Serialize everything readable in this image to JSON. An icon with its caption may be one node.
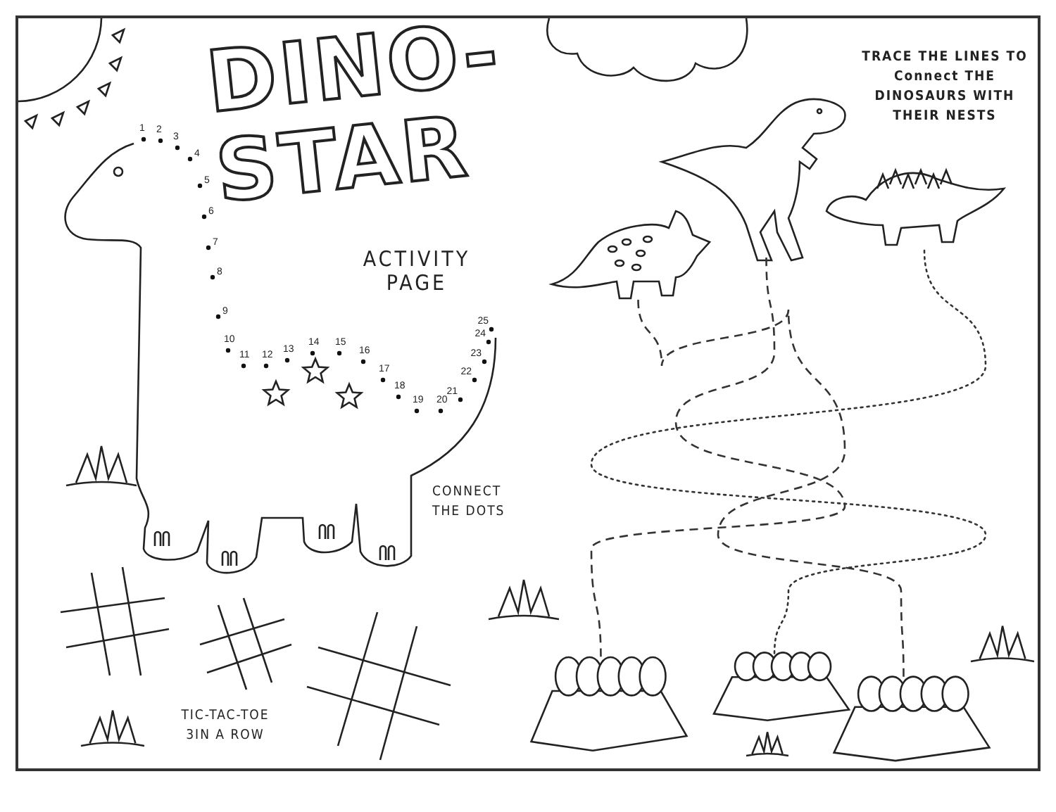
{
  "diagram": {
    "title": "DINO-STAR",
    "nodes": [
      {
        "text": [],
        "shape": "picture"
      },
      {
        "text": [],
        "shape": "picture"
      },
      {
        "text": [],
        "shape": "picture"
      },
      {
        "text": [],
        "shape": "picture"
      },
      {
        "text": [],
        "shape": "picture"
      },
      {
        "text": [],
        "shape": "picture"
      }
    ],
    "edges": [
      {
        "from": 0,
        "to": 5,
        "arrow": "none",
        "style": "dashed"
      },
      {
        "from": 1,
        "to": 3,
        "arrow": "none",
        "style": "dashed"
      },
      {
        "from": 2,
        "to": 4,
        "arrow": "none"
      }
    ],
    "labels": [
      "ACTIVITY PAGE",
      "TRACE THE LINES TO Connect THE DINOSAURS WITH THEIR NESTS",
      "1",
      "2",
      "3",
      "4",
      "5",
      "6",
      "7",
      "8",
      "9",
      "10",
      "11",
      "12",
      "13",
      "14",
      "15",
      "16",
      "17",
      "18",
      "19",
      "20",
      "21",
      "22",
      "23",
      "24",
      "25",
      "CONNECT THE DOTS",
      "TIC-TAC-TOE 3IN A ROW"
    ]
  }
}
